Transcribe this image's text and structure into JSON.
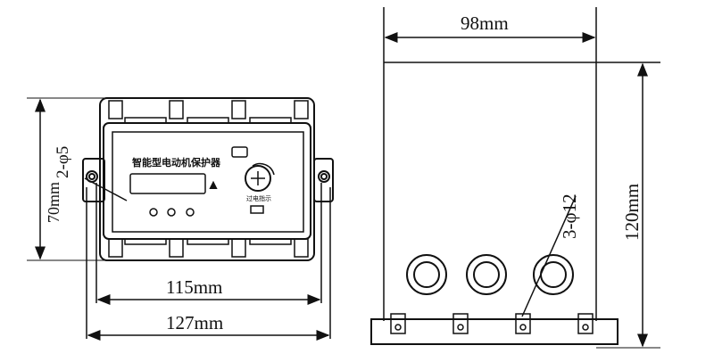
{
  "front_view": {
    "device_label": "智能型电动机保护器",
    "indicator_label": "过电指示",
    "mount_hole_label": "2-φ5",
    "height_dim": "70mm",
    "inner_width_dim": "115mm",
    "outer_width_dim": "127mm"
  },
  "side_view": {
    "width_dim": "98mm",
    "height_dim": "120mm",
    "hole_label": "3-φ12"
  }
}
